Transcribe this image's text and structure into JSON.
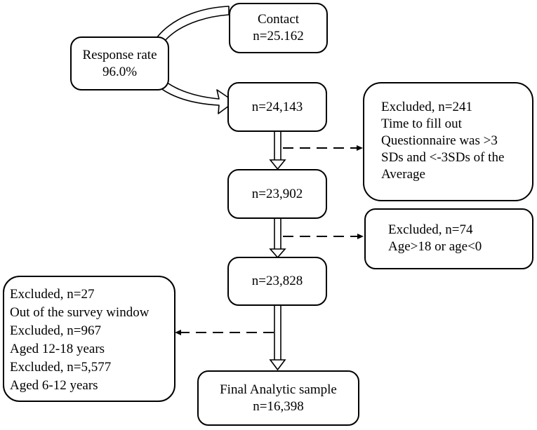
{
  "contact": {
    "label": "Contact",
    "n": "n=25.162"
  },
  "response": {
    "label": "Response rate",
    "value": "96.0%"
  },
  "step1": {
    "n": "n=24,143"
  },
  "step2": {
    "n": "n=23,902"
  },
  "step3": {
    "n": "n=23,828"
  },
  "final": {
    "label": "Final Analytic sample",
    "n": "n=16,398"
  },
  "excluded1": {
    "lines": [
      "Excluded, n=241",
      "Time to fill out",
      "Questionnaire was >3",
      "SDs and <-3SDs of the",
      "Average"
    ]
  },
  "excluded2": {
    "lines": [
      "Excluded, n=74",
      "Age>18 or age<0"
    ]
  },
  "excluded3": {
    "lines": [
      "Excluded, n=27",
      "Out of the survey window",
      "Excluded, n=967",
      "Aged 12-18 years",
      "Excluded, n=5,577",
      "Aged 6-12 years"
    ]
  }
}
